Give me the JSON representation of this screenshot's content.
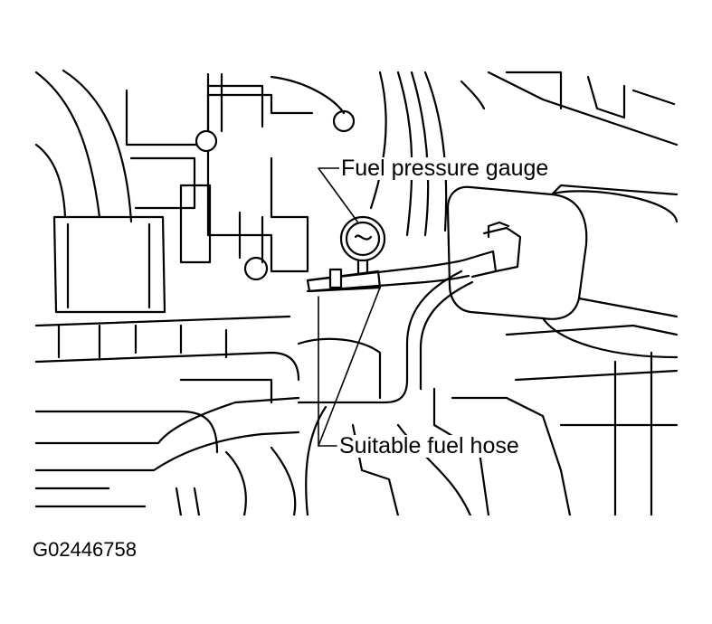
{
  "labels": {
    "fuel_pressure_gauge": "Fuel pressure gauge",
    "suitable_fuel_hose": "Suitable fuel hose"
  },
  "figure_id": "G02446758",
  "colors": {
    "ink": "#000000",
    "paper": "#ffffff"
  }
}
